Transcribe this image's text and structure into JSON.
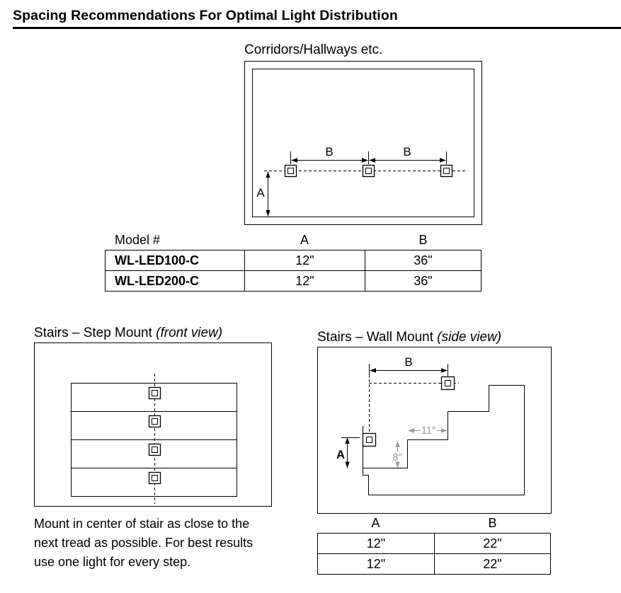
{
  "title": "Spacing Recommendations For Optimal Light Distribution",
  "corridor": {
    "label": "Corridors/Hallways etc.",
    "dim_b": "B",
    "dim_a": "A"
  },
  "model_table": {
    "headers": [
      "Model #",
      "A",
      "B"
    ],
    "rows": [
      {
        "model": "WL-LED100-C",
        "a": "12\"",
        "b": "36\""
      },
      {
        "model": "WL-LED200-C",
        "a": "12\"",
        "b": "36\""
      }
    ]
  },
  "step_mount": {
    "title": "Stairs – Step Mount",
    "subtitle": "(front view)",
    "note": "Mount in center of stair as close to the next tread as possible. For best results use one light for every step."
  },
  "wall_mount": {
    "title": "Stairs – Wall Mount",
    "subtitle": "(side view)",
    "dim_b": "B",
    "dim_a": "A",
    "dim_tread": "11\"",
    "dim_riser": "8\""
  },
  "wall_table": {
    "headers": [
      "A",
      "B"
    ],
    "rows": [
      {
        "a": "12\"",
        "b": "22\""
      },
      {
        "a": "12\"",
        "b": "22\""
      }
    ]
  }
}
